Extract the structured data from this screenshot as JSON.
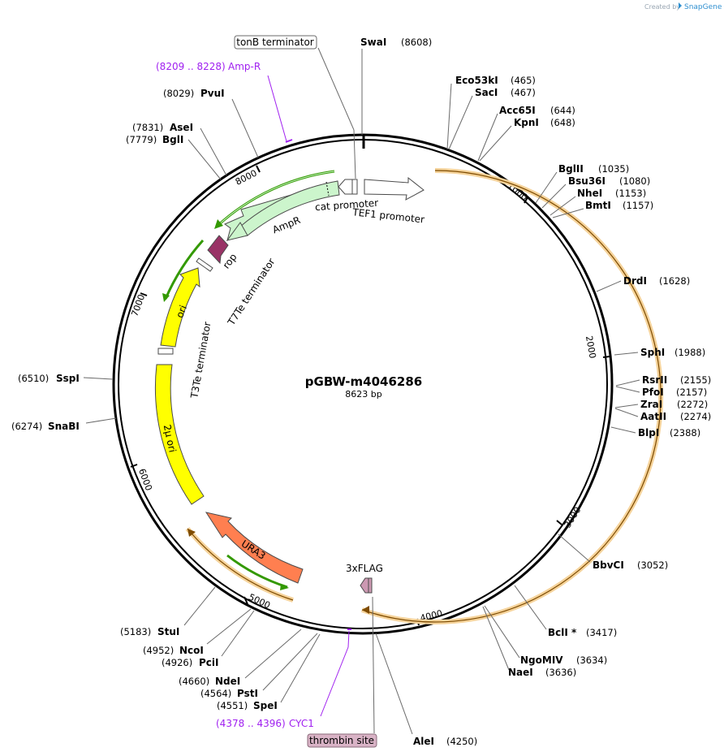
{
  "credit": {
    "prefix": "Created by",
    "brand": "SnapGene"
  },
  "plasmid": {
    "name": "pGBW-m4046286",
    "size_label": "8623 bp",
    "length": 8623
  },
  "ticks": [
    "1000",
    "2000",
    "3000",
    "4000",
    "5000",
    "6000",
    "7000",
    "8000"
  ],
  "sites": [
    {
      "name": "SwaI",
      "pos": "(8608)"
    },
    {
      "name": "Eco53kI",
      "pos": "(465)"
    },
    {
      "name": "SacI",
      "pos": "(467)"
    },
    {
      "name": "Acc65I",
      "pos": "(644)"
    },
    {
      "name": "KpnI",
      "pos": "(648)"
    },
    {
      "name": "BglII",
      "pos": "(1035)"
    },
    {
      "name": "Bsu36I",
      "pos": "(1080)"
    },
    {
      "name": "NheI",
      "pos": "(1153)"
    },
    {
      "name": "BmtI",
      "pos": "(1157)"
    },
    {
      "name": "DrdI",
      "pos": "(1628)"
    },
    {
      "name": "SphI",
      "pos": "(1988)"
    },
    {
      "name": "RsrII",
      "pos": "(2155)"
    },
    {
      "name": "PfoI",
      "pos": "(2157)"
    },
    {
      "name": "ZraI",
      "pos": "(2272)"
    },
    {
      "name": "AatII",
      "pos": "(2274)"
    },
    {
      "name": "BlpI",
      "pos": "(2388)"
    },
    {
      "name": "BbvCI",
      "pos": "(3052)"
    },
    {
      "name": "BclI *",
      "pos": "(3417)"
    },
    {
      "name": "NgoMIV",
      "pos": "(3634)"
    },
    {
      "name": "NaeI",
      "pos": "(3636)"
    },
    {
      "name": "AleI",
      "pos": "(4250)"
    },
    {
      "name": "SpeI",
      "pos": "(4551)"
    },
    {
      "name": "PstI",
      "pos": "(4564)"
    },
    {
      "name": "NdeI",
      "pos": "(4660)"
    },
    {
      "name": "PciI",
      "pos": "(4926)"
    },
    {
      "name": "NcoI",
      "pos": "(4952)"
    },
    {
      "name": "StuI",
      "pos": "(5183)"
    },
    {
      "name": "SnaBI",
      "pos": "(6274)"
    },
    {
      "name": "SspI",
      "pos": "(6510)"
    },
    {
      "name": "BglI",
      "pos": "(7779)"
    },
    {
      "name": "AseI",
      "pos": "(7831)"
    },
    {
      "name": "PvuI",
      "pos": "(8029)"
    }
  ],
  "primers": [
    {
      "range": "(8209 .. 8228)",
      "name": "Amp-R"
    },
    {
      "range": "(4378 .. 4396)",
      "name": "CYC1"
    }
  ],
  "boxed_labels": [
    "tonB terminator",
    "thrombin site"
  ],
  "features": {
    "ampr": "AmpR",
    "cat_promoter": "cat promoter",
    "tef1_promoter": "TEF1 promoter",
    "rop": "rop",
    "t7te": "T7Te terminator",
    "ori": "ori",
    "t3te": "T3Te terminator",
    "two_micron": "2μ ori",
    "ura3": "URA3",
    "flag": "3xFLAG"
  },
  "colors": {
    "backbone": "#000000",
    "ampr": "#ccf5cc",
    "rop": "#993366",
    "ori": "#ffff00",
    "ura3": "#ff7f50",
    "flag": "#cc99b2",
    "orf_highlight": "#f5d39b",
    "orf_arrow": "#7f4c00",
    "green_arrow": "#339900",
    "primer": "#a020f0"
  }
}
